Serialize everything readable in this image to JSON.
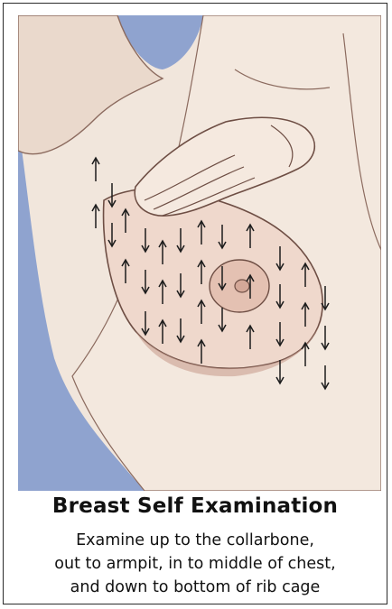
{
  "figure": {
    "title": "Breast Self Examination",
    "caption_lines": [
      "Examine up to the collarbone,",
      "out to armpit, in to middle of chest,",
      "and down to bottom of rib cage"
    ],
    "colors": {
      "background_blue": "#8fa3cf",
      "skin": "#f1e6dc",
      "skin_shadow": "#c99f8f",
      "outline": "#6e4e44",
      "arrow": "#1c1c1c"
    },
    "arrows": {
      "direction_pattern": "alternating up and down vertical strips",
      "columns": [
        {
          "id": "armpit-a",
          "dirs": [
            "up",
            "up"
          ]
        },
        {
          "id": "armpit-b",
          "dirs": [
            "down",
            "down"
          ]
        },
        {
          "id": "c1",
          "dirs": [
            "up",
            "up"
          ]
        },
        {
          "id": "c2",
          "dirs": [
            "down",
            "down",
            "down"
          ]
        },
        {
          "id": "c3",
          "dirs": [
            "up",
            "up",
            "up"
          ]
        },
        {
          "id": "c4",
          "dirs": [
            "down",
            "down",
            "down"
          ]
        },
        {
          "id": "c5",
          "dirs": [
            "up",
            "up",
            "up",
            "up"
          ]
        },
        {
          "id": "c6",
          "dirs": [
            "down",
            "down",
            "down"
          ]
        },
        {
          "id": "c7",
          "dirs": [
            "up",
            "up",
            "up"
          ]
        },
        {
          "id": "c8",
          "dirs": [
            "down",
            "down",
            "down",
            "down"
          ]
        },
        {
          "id": "c9",
          "dirs": [
            "up",
            "up",
            "up"
          ]
        },
        {
          "id": "c10",
          "dirs": [
            "down",
            "down",
            "down"
          ]
        }
      ]
    }
  }
}
